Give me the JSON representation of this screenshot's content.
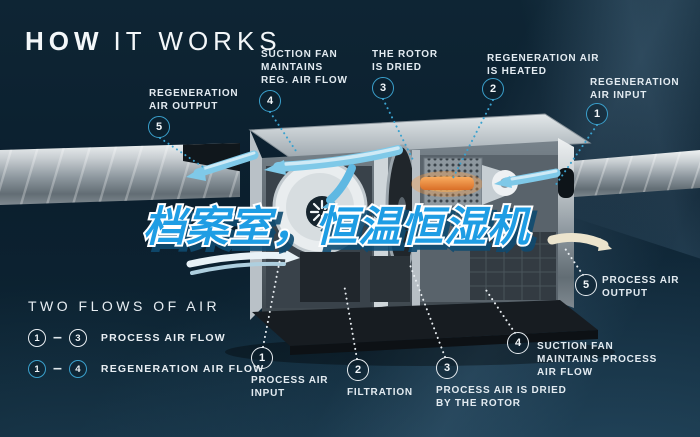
{
  "title": {
    "primary": "HOW",
    "secondary": "IT WORKS"
  },
  "headline": "档案室，恒温恒湿机",
  "callouts": [
    {
      "num": "5",
      "flow": "regeneration",
      "lines": [
        "REGENERATION",
        "AIR OUTPUT"
      ]
    },
    {
      "num": "4",
      "flow": "regeneration",
      "lines": [
        "SUCTION FAN",
        "MAINTAINS",
        "REG. AIR FLOW"
      ]
    },
    {
      "num": "3",
      "flow": "regeneration",
      "lines": [
        "THE ROTOR",
        "IS DRIED"
      ]
    },
    {
      "num": "2",
      "flow": "regeneration",
      "lines": [
        "REGENERATION AIR",
        "IS HEATED"
      ]
    },
    {
      "num": "1",
      "flow": "regeneration",
      "lines": [
        "REGENERATION",
        "AIR INPUT"
      ]
    },
    {
      "num": "1",
      "flow": "process",
      "lines": [
        "PROCESS AIR",
        "INPUT"
      ]
    },
    {
      "num": "2",
      "flow": "process",
      "lines": [
        "FILTRATION"
      ]
    },
    {
      "num": "3",
      "flow": "process",
      "lines": [
        "PROCESS AIR IS DRIED",
        "BY THE ROTOR"
      ]
    },
    {
      "num": "4",
      "flow": "process",
      "lines": [
        "SUCTION FAN",
        "MAINTAINS PROCESS",
        "AIR FLOW"
      ]
    },
    {
      "num": "5",
      "flow": "process",
      "lines": [
        "PROCESS AIR",
        "OUTPUT"
      ]
    }
  ],
  "legend": {
    "title": "TWO FLOWS OF AIR",
    "rows": [
      {
        "from": "1",
        "separator": "–",
        "to": "3",
        "label": "PROCESS AIR FLOW",
        "flow": "process"
      },
      {
        "from": "1",
        "separator": "–",
        "to": "4",
        "label": "REGENERATION AIR FLOW",
        "flow": "regeneration"
      }
    ]
  },
  "colors": {
    "background": "#0c2130",
    "accent_blue": "#2f9cd8",
    "regen_badge_border": "#3aa0cc",
    "process_badge_border": "#e9eef2",
    "heater_orange": "#f08f3c",
    "headline_blue": "#1e9de4"
  }
}
